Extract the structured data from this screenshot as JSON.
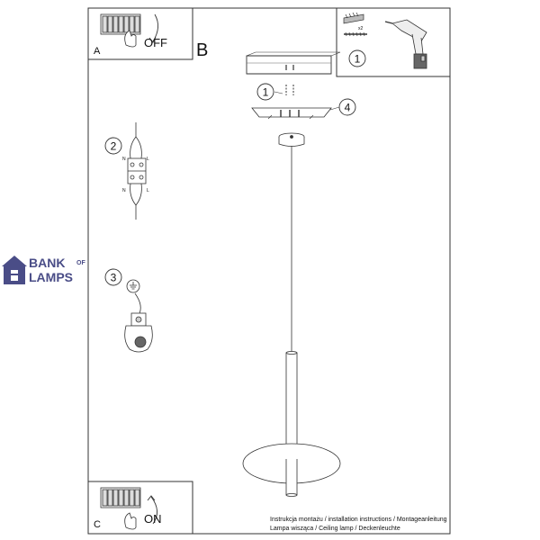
{
  "panels": {
    "a": {
      "label": "A",
      "action": "OFF"
    },
    "b": {
      "label": "B"
    },
    "c": {
      "label": "C",
      "action": "ON"
    }
  },
  "steps": {
    "one_top": "1",
    "one_ceiling": "1",
    "two": "2",
    "three": "3",
    "four": "4"
  },
  "hardware": {
    "quantity": "x2"
  },
  "wiring": {
    "n_top": "N",
    "l_top": "L",
    "n_bottom": "N",
    "l_bottom": "L"
  },
  "watermark": {
    "line1": "BANK",
    "of": "OF",
    "line2": "LAMPS"
  },
  "footer": {
    "line1": "Instrukcja montażu / installation instructions / Montageanleitung",
    "line2": "Lampa wisząca / Ceiling lamp / Deckenleuchte"
  }
}
